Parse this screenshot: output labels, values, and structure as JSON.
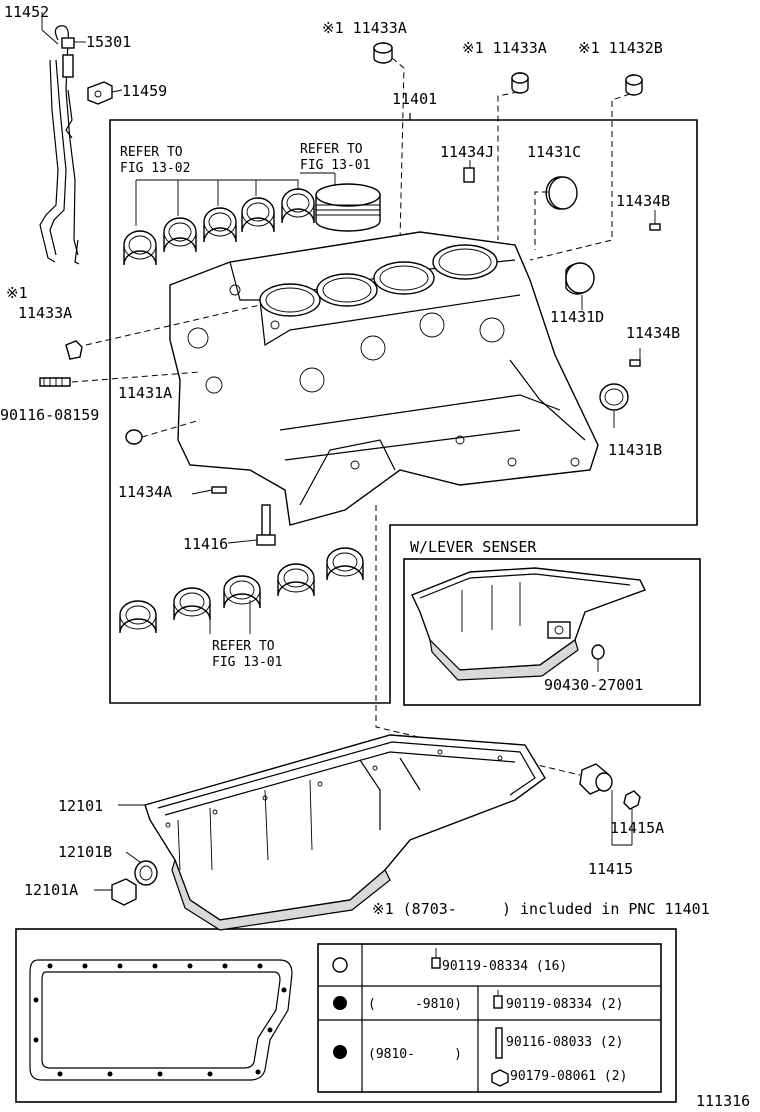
{
  "labels": {
    "p11452": "11452",
    "p15301": "15301",
    "p11459": "11459",
    "p11433a_top": "※1 11433A",
    "p11433a_mid": "※1 11433A",
    "p11432b": "※1 11432B",
    "p11401": "11401",
    "refer_1302_a": "REFER TO",
    "refer_1302_b": "FIG 13-02",
    "refer_1301_top_a": "REFER TO",
    "refer_1301_top_b": "FIG 13-01",
    "p11434j": "11434J",
    "p11431c": "11431C",
    "p11434b_top": "11434B",
    "p11433a_left_a": "※1",
    "p11433a_left_b": "11433A",
    "p11431d": "11431D",
    "p11434b_mid": "11434B",
    "p90116_08159": "90116-08159",
    "p11431a": "11431A",
    "p11431b": "11431B",
    "p11434a": "11434A",
    "p11416": "11416",
    "wlever": "W/LEVER SENSER",
    "refer_1301_bot_a": "REFER TO",
    "refer_1301_bot_b": "FIG 13-01",
    "p90430_27001": "90430-27001",
    "p12101": "12101",
    "p12101b": "12101B",
    "p12101a": "12101A",
    "p11415a": "11415A",
    "p11415": "11415",
    "footnote": "※1 (8703-     ) included in PNC 11401",
    "drawing_no": "111316"
  },
  "bolt_table": {
    "rows": [
      {
        "symbol": "open-circle",
        "range": "",
        "parts": [
          "90119-08334 (16)"
        ]
      },
      {
        "symbol": "filled-circle",
        "range": "(     -9810)",
        "parts": [
          "90119-08334 (2)"
        ]
      },
      {
        "symbol": "filled-circle",
        "range": "(9810-     )",
        "parts": [
          "90116-08033 (2)",
          "90179-08061 (2)"
        ]
      }
    ]
  }
}
